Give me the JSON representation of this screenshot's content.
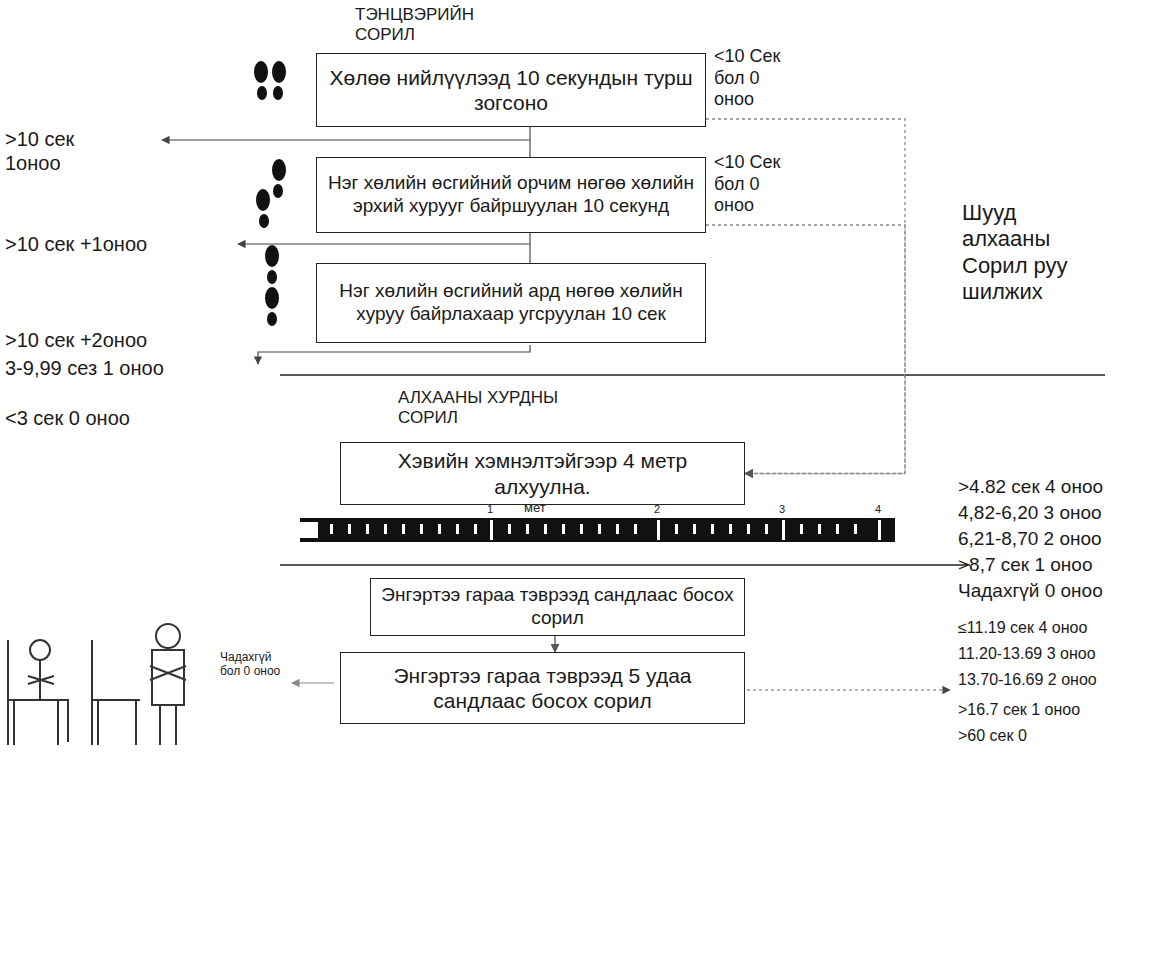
{
  "diagram": {
    "nodes": [
      {
        "text": [
          "Хөлөө нийлүүлээд 10 секундын турш зогсоно"
        ]
      },
      {
        "text": [
          "Нэг хөлийн өсгийний орчим нөгөө хөлийн эрхий хурууг байршуулан 10 секунд"
        ]
      },
      {
        "text": [
          "Нэг хөлийн өсгийний ард нөгөө хөлийн хуруу байрлахаар угсруулан 10 сек"
        ]
      },
      {
        "text": [
          "Хэвийн хэмнэлтэйгээр 4 метр алхуулна."
        ]
      },
      {
        "text": [
          "Энгэртээ гараа тэврээд сандлаас босох сорил"
        ]
      },
      {
        "text": [
          "Энгэртээ гараа тэврээд 5 удаа сандлаас босох сорил"
        ]
      }
    ],
    "edges": [
      {
        "from": 0,
        "to": 1,
        "arrow": "none"
      },
      {
        "from": 1,
        "to": 2,
        "arrow": "none"
      },
      {
        "from": 0,
        "to": 3,
        "arrow": "to"
      },
      {
        "from": 1,
        "to": 3,
        "arrow": "to"
      },
      {
        "from": 4,
        "to": 5,
        "arrow": "to"
      }
    ],
    "labels": [
      "ТЭНЦВЭРИЙН СОРИЛ",
      "<10 Сек бол 0 оноо",
      ">10 сек 1оноо",
      "<10 Сек бол 0 оноо",
      ">10 сек +1оноо",
      "Шууд алхааны Сорил руу шилжих",
      ">10 сек +2оноо",
      "3-9,99 сез 1 оноо",
      "<3 сек 0 оноо",
      "АЛХААНЫ ХУРДНЫ СОРИЛ",
      ">4.82 сек 4 оноо",
      "4,82-6,20 3 оноо",
      "6,21-8,70 2 оноо",
      ">8,7 сек 1 оноо",
      "Чадахгүй 0 оноо",
      "1",
      "мет",
      "2",
      "3",
      "4",
      "Чадахгүй бол 0 оноо",
      "≤11.19 сек 4 оноо",
      "11.20-13.69 3 оноо",
      "13.70-16.69 2 оноо",
      ">16.7 сек 1 оноо",
      ">60 сек 0"
    ]
  }
}
